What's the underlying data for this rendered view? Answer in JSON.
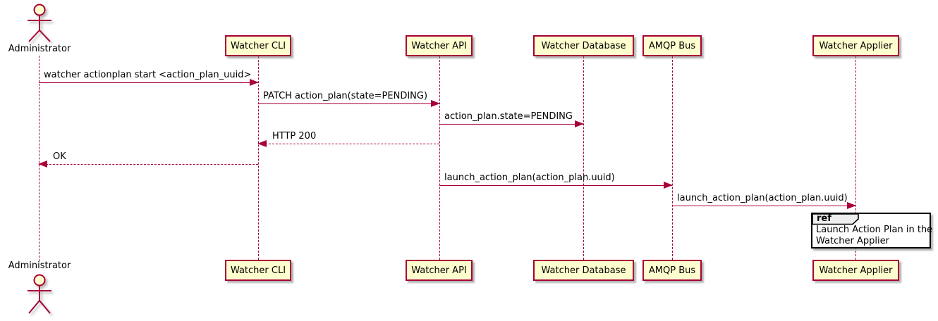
{
  "diagram": {
    "type": "plantuml-sequence",
    "colors": {
      "accent": "#A80036",
      "participant_fill": "#FEFECE",
      "ref_header_fill": "#EEEEEE",
      "background": "#FFFFFF",
      "text": "#000000"
    },
    "actor": {
      "name": "Administrator"
    },
    "participants": [
      {
        "label": "Watcher CLI"
      },
      {
        "label": "Watcher API"
      },
      {
        "label": "Watcher Database"
      },
      {
        "label": "AMQP Bus"
      },
      {
        "label": "Watcher Applier"
      }
    ],
    "messages": [
      {
        "from": "Administrator",
        "to": "Watcher CLI",
        "style": "solid",
        "label": "watcher actionplan start <action_plan_uuid>"
      },
      {
        "from": "Watcher CLI",
        "to": "Watcher API",
        "style": "solid",
        "label": "PATCH action_plan(state=PENDING)"
      },
      {
        "from": "Watcher API",
        "to": "Watcher Database",
        "style": "solid",
        "label": "action_plan.state=PENDING"
      },
      {
        "from": "Watcher API",
        "to": "Watcher CLI",
        "style": "dashed",
        "label": "HTTP 200"
      },
      {
        "from": "Watcher CLI",
        "to": "Administrator",
        "style": "dashed",
        "label": "OK"
      },
      {
        "from": "Watcher API",
        "to": "AMQP Bus",
        "style": "solid",
        "label": "launch_action_plan(action_plan.uuid)"
      },
      {
        "from": "AMQP Bus",
        "to": "Watcher Applier",
        "style": "solid",
        "label": "launch_action_plan(action_plan.uuid)"
      }
    ],
    "ref": {
      "keyword": "ref",
      "line1": "Launch Action Plan in the",
      "line2": "Watcher Applier"
    }
  }
}
